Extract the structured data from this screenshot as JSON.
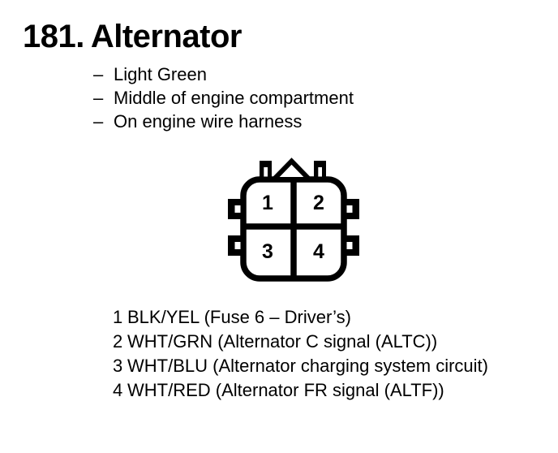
{
  "colors": {
    "ink": "#000000",
    "paper": "#ffffff"
  },
  "header": {
    "number": "181.",
    "name": "Alternator"
  },
  "notes": {
    "bullet": "–",
    "items": [
      "Light Green",
      "Middle of engine compartment",
      "On engine wire harness"
    ]
  },
  "connector": {
    "description": "4-pin connector, 2x2 grid, keying triangle on top",
    "pin_labels": [
      "1",
      "2",
      "3",
      "4"
    ]
  },
  "pins": {
    "rows": [
      {
        "num": "1",
        "label": "BLK/YEL (Fuse 6 – Driver’s)"
      },
      {
        "num": "2",
        "label": "WHT/GRN (Alternator C signal (ALTC))"
      },
      {
        "num": "3",
        "label": "WHT/BLU (Alternator charging system circuit)"
      },
      {
        "num": "4",
        "label": "WHT/RED (Alternator FR signal (ALTF))"
      }
    ]
  }
}
